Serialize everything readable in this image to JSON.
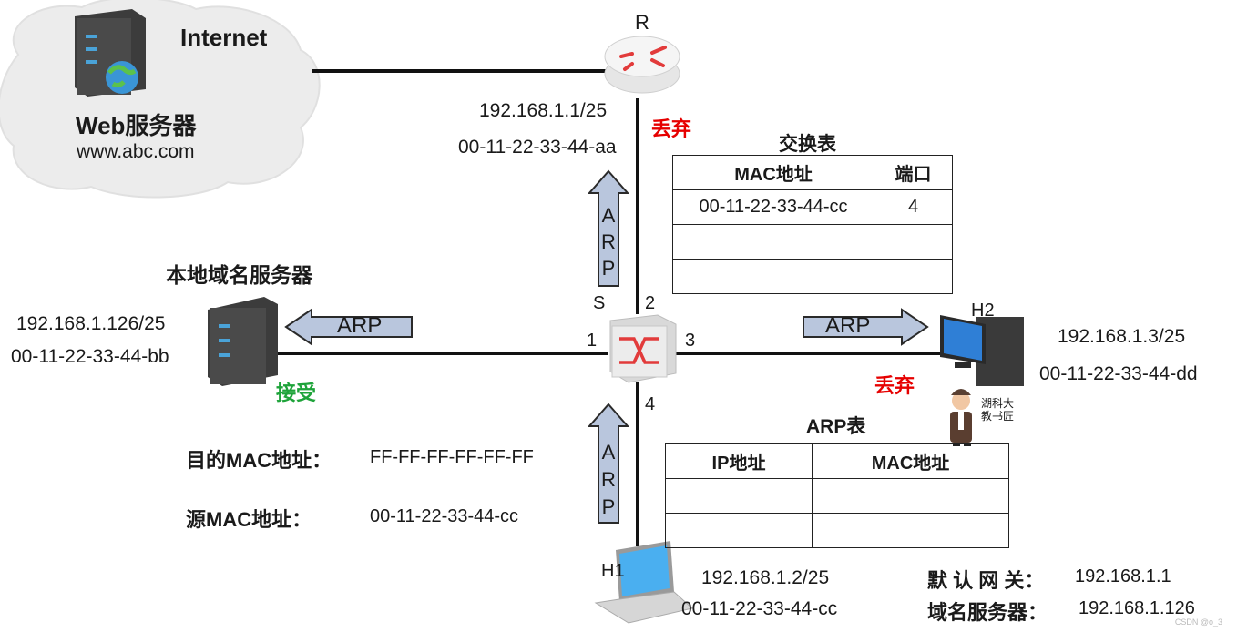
{
  "internet": {
    "label": "Internet",
    "server_title": "Web服务器",
    "server_domain": "www.abc.com"
  },
  "router": {
    "name": "R",
    "ip": "192.168.1.1/25",
    "mac": "00-11-22-33-44-aa",
    "status": "丢弃"
  },
  "dns_server": {
    "title": "本地域名服务器",
    "ip": "192.168.1.126/25",
    "mac": "00-11-22-33-44-bb",
    "status": "接受"
  },
  "switch": {
    "name": "S",
    "ports": [
      "1",
      "2",
      "3",
      "4"
    ]
  },
  "h2": {
    "name": "H2",
    "ip": "192.168.1.3/25",
    "mac": "00-11-22-33-44-dd",
    "status": "丢弃"
  },
  "h1": {
    "name": "H1",
    "ip": "192.168.1.2/25",
    "mac": "00-11-22-33-44-cc"
  },
  "arp_label": "ARP",
  "switch_table": {
    "title": "交换表",
    "headers": [
      "MAC地址",
      "端口"
    ],
    "rows": [
      [
        "00-11-22-33-44-cc",
        "4"
      ],
      [
        "",
        ""
      ],
      [
        "",
        ""
      ]
    ]
  },
  "arp_table": {
    "title": "ARP表",
    "headers": [
      "IP地址",
      "MAC地址"
    ],
    "rows": [
      [
        "",
        ""
      ],
      [
        "",
        ""
      ]
    ]
  },
  "frame": {
    "dst_label": "目的MAC地址：",
    "dst_value": "FF-FF-FF-FF-FF-FF",
    "src_label": "源MAC地址：",
    "src_value": "00-11-22-33-44-cc"
  },
  "config": {
    "gateway_label": "默 认 网 关：",
    "gateway_value": "192.168.1.1",
    "dns_label": "域名服务器：",
    "dns_value": "192.168.1.126"
  },
  "presenter_badge": "湖科大 教书匠",
  "watermark": "CSDN @o_3",
  "colors": {
    "arrow_fill": "#b9c6dd",
    "arrow_stroke": "#2a2a2a",
    "discard": "#e60000",
    "accept": "#1ea33a"
  }
}
